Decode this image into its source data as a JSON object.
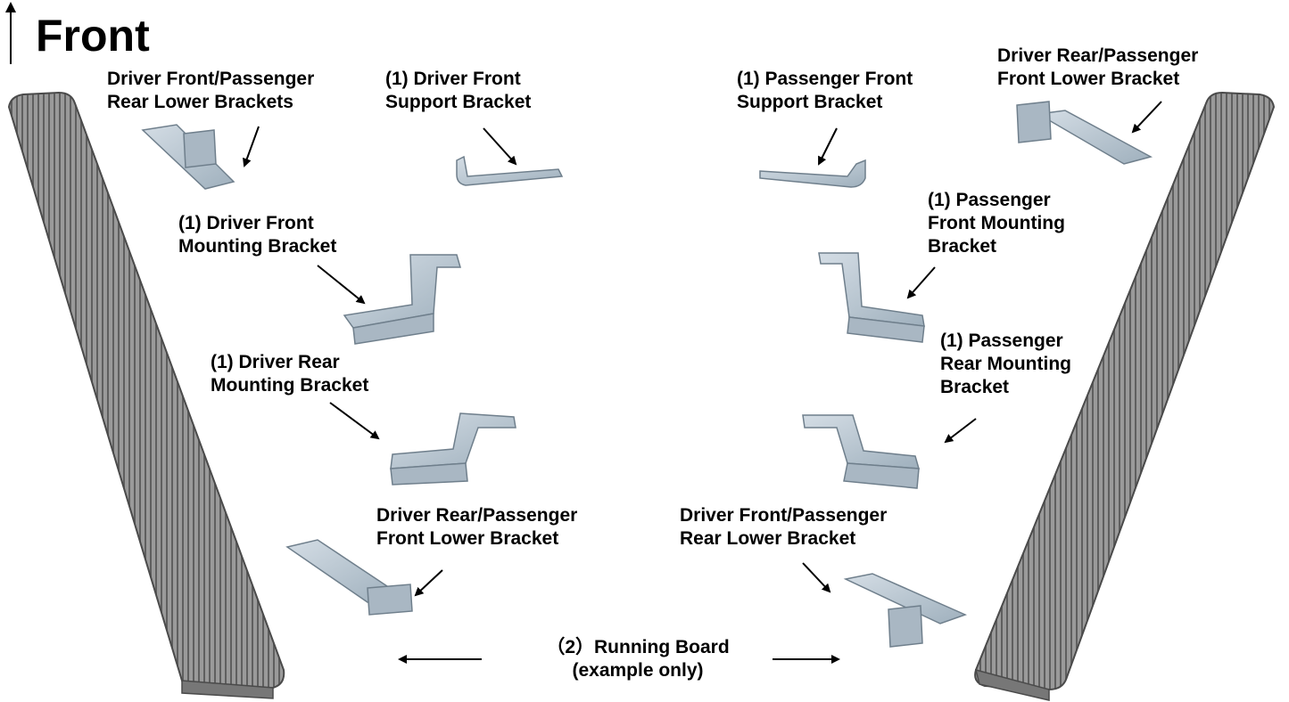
{
  "title": "Front",
  "labels": {
    "driver_front_passenger_rear_lower_brackets": "Driver Front/Passenger\nRear Lower Brackets",
    "driver_front_support_bracket": "(1) Driver Front\nSupport Bracket",
    "passenger_front_support_bracket": "(1) Passenger Front\nSupport Bracket",
    "driver_rear_passenger_front_lower_bracket_top": "Driver Rear/Passenger\nFront Lower Bracket",
    "driver_front_mounting_bracket": "(1) Driver Front\nMounting Bracket",
    "passenger_front_mounting_bracket": "(1) Passenger\nFront Mounting\nBracket",
    "driver_rear_mounting_bracket": "(1) Driver Rear\nMounting Bracket",
    "passenger_rear_mounting_bracket": "(1) Passenger\nRear Mounting\nBracket",
    "driver_rear_passenger_front_lower_bracket_bottom": "Driver Rear/Passenger\nFront Lower Bracket",
    "driver_front_passenger_rear_lower_bracket_bottom": "Driver Front/Passenger\nRear Lower Bracket",
    "running_board": "（2）Running Board\n(example only)"
  },
  "colors": {
    "board_fill": "#8e8e8e",
    "board_groove": "#5a5a5a",
    "bracket_fill": "#b9c6d1",
    "bracket_stroke": "#6f7f8c",
    "text": "#000000"
  },
  "icons": [
    "up-arrow-icon",
    "pointer-arrow-icon"
  ]
}
